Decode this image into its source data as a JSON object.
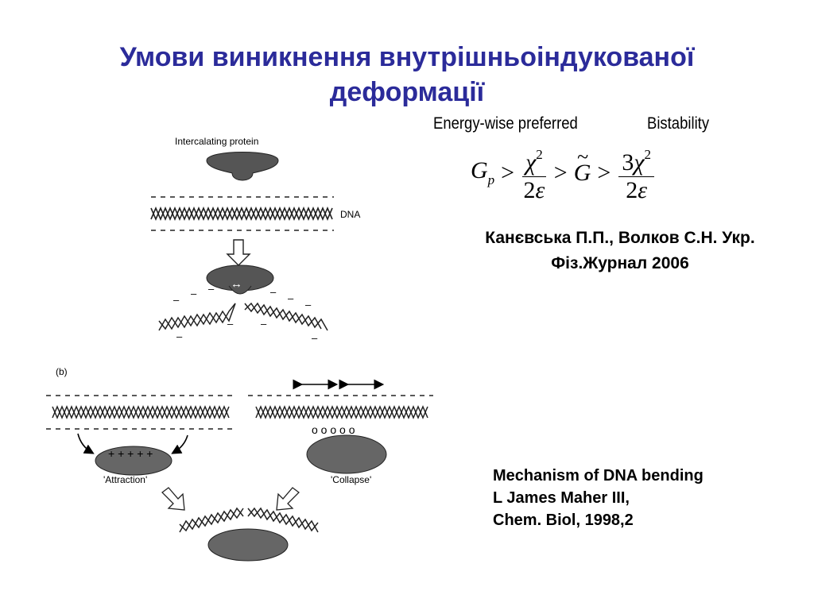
{
  "slide": {
    "title": "Умови виникнення  внутрішньоіндукованої\nдеформації",
    "label_energy": "Energy-wise preferred",
    "label_bistability": "Bistability",
    "ref_ukrainian": "Канєвська П.П., Волков С.Н. Укр.\nФіз.Журнал 2006",
    "ref_english": "Mechanism of DNA bending\nL James Maher III,\nChem. Biol, 1998,2"
  },
  "formula": {
    "G": "G",
    "p": "p",
    "gt": ">",
    "chi": "χ",
    "two": "2",
    "three": "3",
    "eps": "ε"
  },
  "diagram": {
    "protein_label": "Intercalating protein",
    "dna_label": "DNA",
    "panel_b_label": "(b)",
    "attraction_label": "'Attraction'",
    "collapse_label": "'Collapse'",
    "plus_row": "+ + + + +",
    "minus": "–",
    "circles_row": "o o o o o",
    "arrows": "↔"
  }
}
